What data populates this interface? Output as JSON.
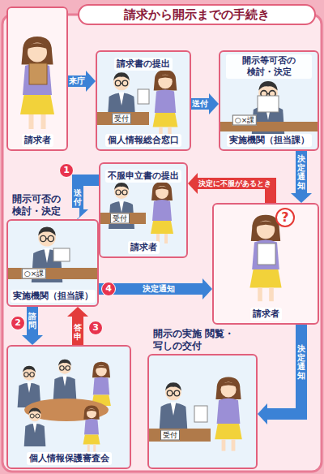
{
  "diagram": {
    "title": "請求から開示までの手続き",
    "nodes": [
      {
        "text": [
          "請求者"
        ]
      },
      {
        "text": [
          "請求書の提出",
          "個人情報総合窓口"
        ]
      },
      {
        "text": [
          "開示等可否の 検討・決定",
          "実施機関（担当課）"
        ]
      },
      {
        "text": [
          "不服申立書の提出",
          "請求者"
        ]
      },
      {
        "text": [
          "開示可否の 検討・決定",
          "実施機関（担当課）"
        ]
      },
      {
        "text": [
          "請求者"
        ]
      },
      {
        "text": [
          "個人情報保護審査会"
        ]
      },
      {
        "text": [
          "開示の実施 閲覧・写しの交付"
        ]
      }
    ],
    "edges": [
      {
        "from": 0,
        "to": 1,
        "label": "来庁",
        "arrow": "to"
      },
      {
        "from": 1,
        "to": 2,
        "label": "送付",
        "arrow": "to"
      },
      {
        "from": 2,
        "to": 5,
        "label": "決定通知",
        "arrow": "to"
      },
      {
        "from": 5,
        "to": 3,
        "label": "決定に不服があるとき",
        "arrow": "to"
      },
      {
        "from": 3,
        "to": 4,
        "label": "送付",
        "arrow": "to"
      },
      {
        "from": 4,
        "to": 6,
        "label": "諮問",
        "arrow": "to"
      },
      {
        "from": 6,
        "to": 4,
        "label": "答申",
        "arrow": "to"
      },
      {
        "from": 4,
        "to": 5,
        "label": "決定通知",
        "arrow": "to"
      },
      {
        "from": 5,
        "to": 7,
        "label": "決定通知",
        "arrow": "to"
      }
    ],
    "labels": [
      "受付",
      "○×課",
      "?",
      "1",
      "受付",
      "○×課",
      "4",
      "2",
      "3",
      "受付"
    ]
  }
}
